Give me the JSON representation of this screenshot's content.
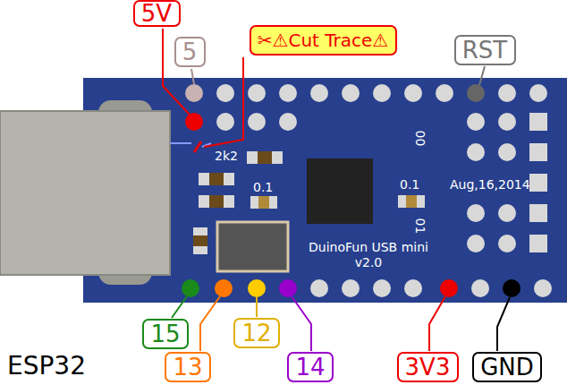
{
  "diagram": {
    "nodes": [
      {
        "text": [
          "5V"
        ]
      },
      {
        "text": [
          "5"
        ]
      },
      {
        "text": [
          "✂⚠Cut Trace⚠"
        ]
      },
      {
        "text": [
          "RST"
        ]
      },
      {
        "text": [
          "15"
        ]
      },
      {
        "text": [
          "13"
        ]
      },
      {
        "text": [
          "12"
        ]
      },
      {
        "text": [
          "14"
        ]
      },
      {
        "text": [
          "3V3"
        ]
      },
      {
        "text": [
          "GND"
        ]
      }
    ],
    "labels": [
      "2k2",
      "0.1",
      "0.1",
      "00",
      "01",
      "Aug,16,2014",
      "DuinoFun USB mini v2.0",
      "ESP32"
    ]
  }
}
